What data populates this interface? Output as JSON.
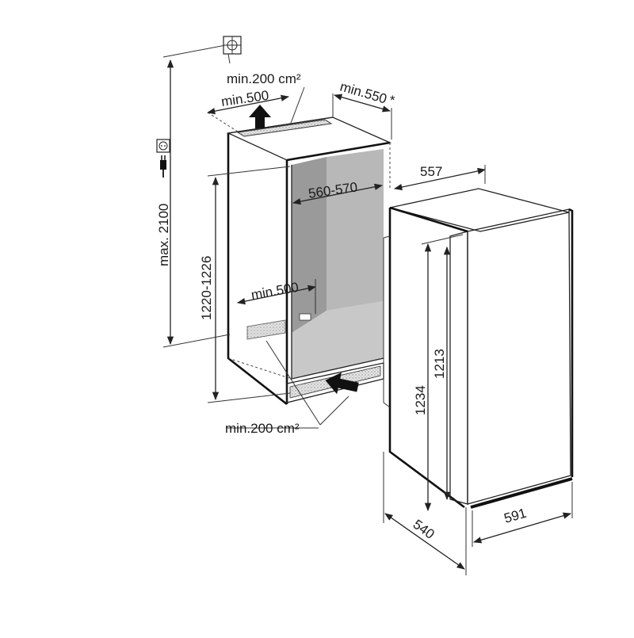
{
  "labels": {
    "max_height": "max. 2100",
    "top_vent_area": "min.200 cm²",
    "top_clearance": "min.500",
    "depth_clearance": "min.550",
    "depth_asterisk": "*",
    "niche_depth": "557",
    "niche_width": "560-570",
    "niche_height": "1220-1226",
    "bottom_clearance": "min.500",
    "bottom_vent_area": "min.200 cm²",
    "appliance_height": "1234",
    "door_height": "1213",
    "appliance_depth": "540",
    "appliance_width": "591"
  },
  "icons": {
    "top": "ventilation-symbol-icon",
    "socket": "socket-icon",
    "plug": "power-plug-icon"
  },
  "colors": {
    "line": "#222222",
    "niche_wall": "#9a9a9a",
    "niche_wall_light": "#bdbdbd",
    "vent": "#d9d9d9"
  }
}
